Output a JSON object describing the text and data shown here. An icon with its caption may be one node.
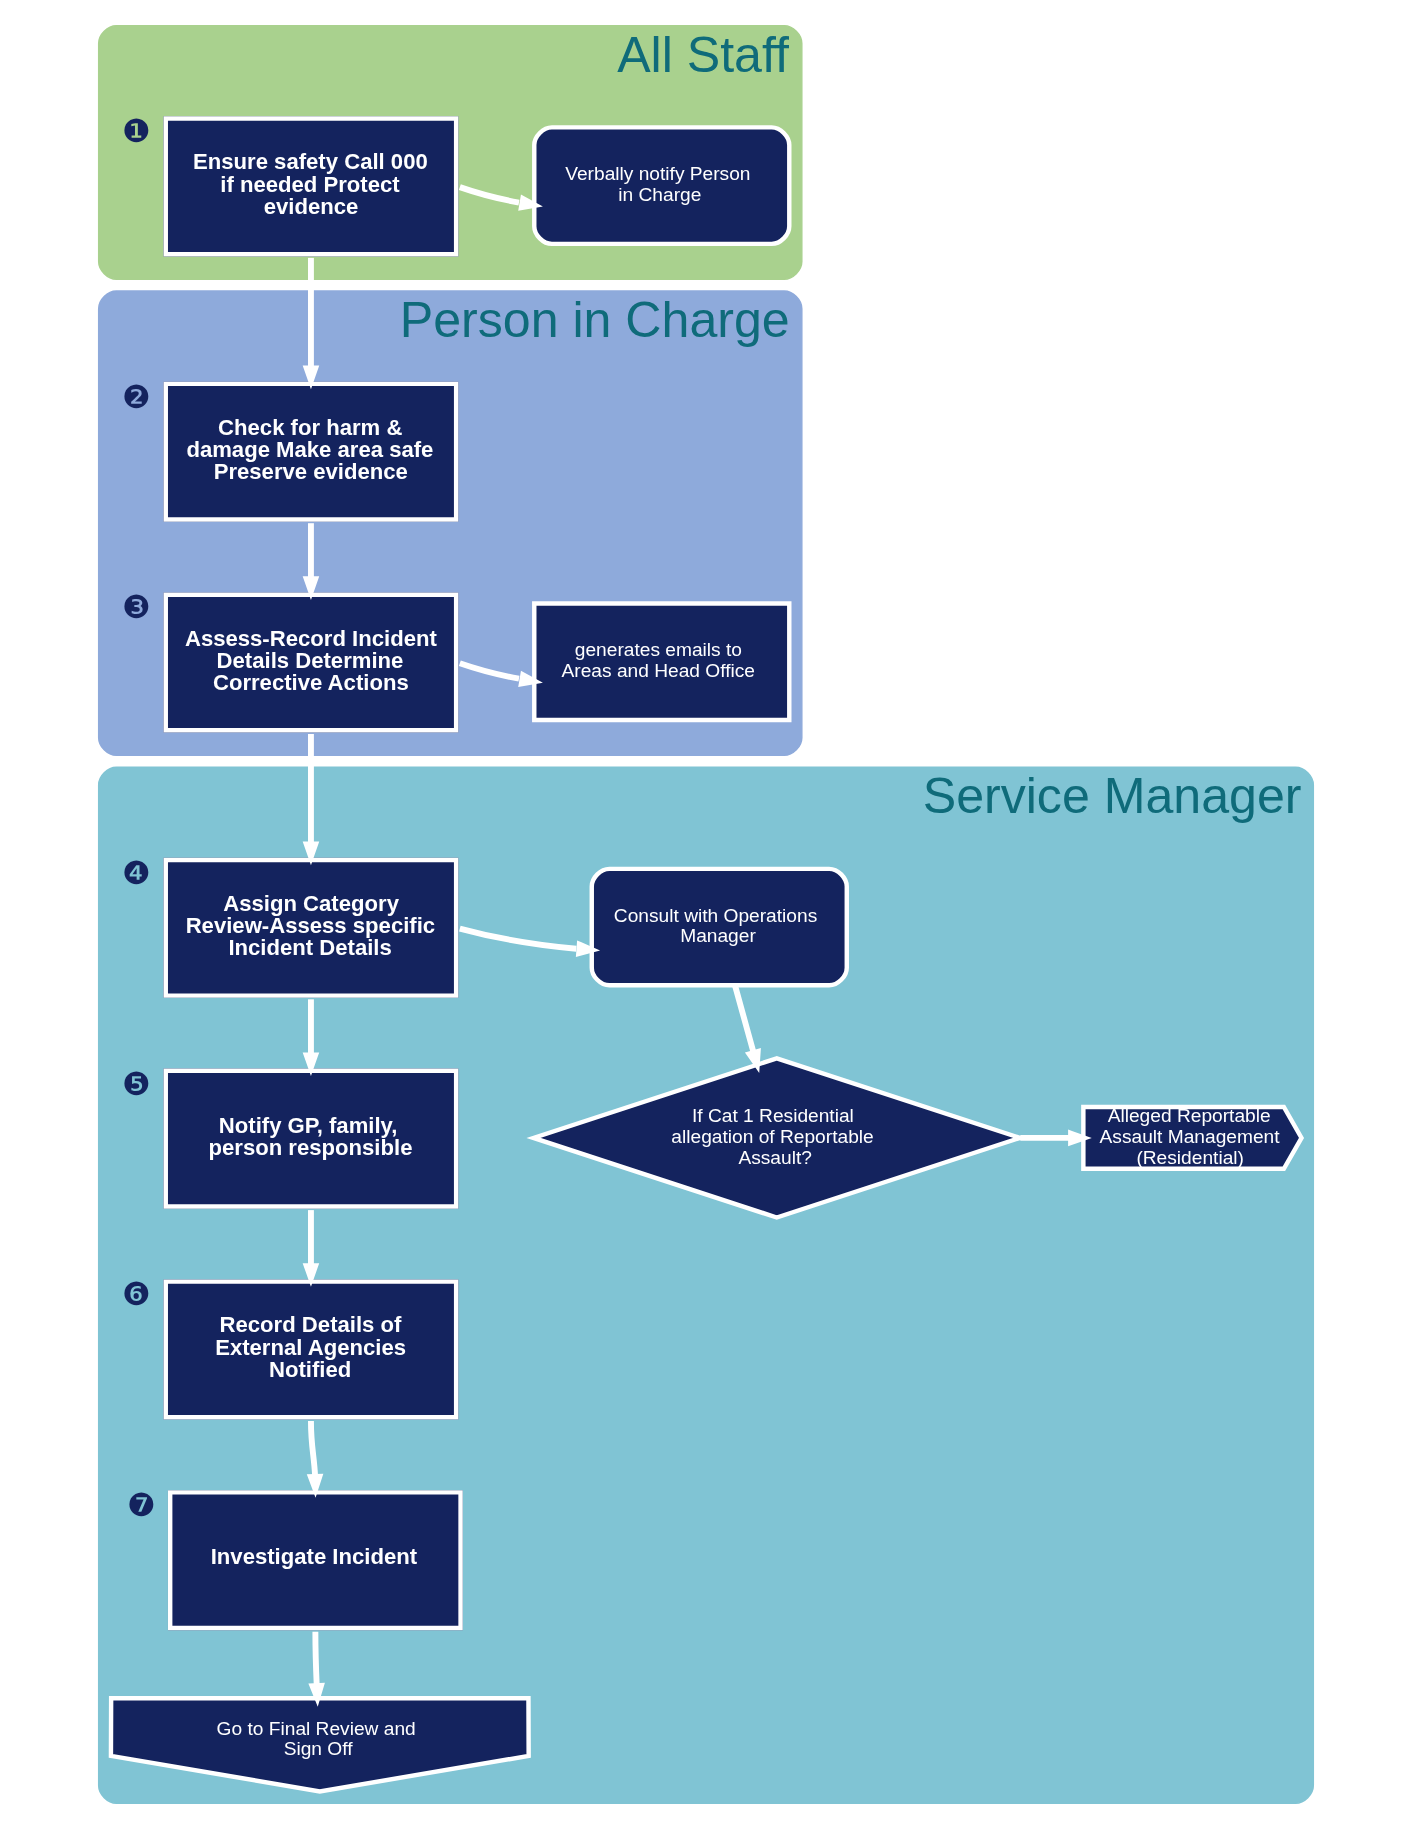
{
  "diagram": {
    "nodes": [
      {
        "text": [
          "All Staff"
        ]
      },
      {
        "text": [
          "Ensure safety Call 000 if needed Protect evidence"
        ],
        "in": 0,
        "beside": [
          "❶"
        ]
      },
      {
        "text": [
          "Verbally notify Person in Charge"
        ],
        "in": 0
      },
      {
        "text": [
          "Person in Charge"
        ]
      },
      {
        "text": [
          "Check for harm & damage Make area safe Preserve evidence"
        ],
        "in": 3,
        "beside": [
          "❷"
        ]
      },
      {
        "text": [
          "Assess-Record Incident Details Determine Corrective Actions"
        ],
        "in": 3,
        "beside": [
          "❸"
        ]
      },
      {
        "text": [
          "generates emails to Areas and Head Office"
        ],
        "in": 3
      },
      {
        "text": [
          "Service Manager"
        ]
      },
      {
        "text": [
          "Assign Category Review-Assess specific Incident Details"
        ],
        "in": 7,
        "beside": [
          "❹"
        ]
      },
      {
        "text": [
          "Consult with Operations Manager"
        ],
        "in": 7
      },
      {
        "text": [
          "Notify GP, family, person responsible"
        ],
        "in": 7,
        "beside": [
          "❺"
        ]
      },
      {
        "text": [
          "If Cat 1 Residential allegation of Reportable Assault?"
        ],
        "in": 7
      },
      {
        "text": [
          "Alleged Reportable Assault Management (Residential)"
        ],
        "in": 7
      },
      {
        "text": [
          "Record Details of External Agencies Notified"
        ],
        "in": 7,
        "beside": [
          "❻"
        ]
      },
      {
        "text": [
          "Investigate Incident"
        ],
        "in": 7,
        "beside": [
          "❼"
        ]
      },
      {
        "text": [
          "Go to Final Review and Sign Off"
        ],
        "in": 7
      }
    ],
    "edges": [
      {
        "from": 1,
        "to": 2,
        "arrow": "to"
      },
      {
        "from": 1,
        "to": 4,
        "arrow": "to"
      },
      {
        "from": 4,
        "to": 5,
        "arrow": "to"
      },
      {
        "from": 5,
        "to": 6,
        "arrow": "to"
      },
      {
        "from": 5,
        "to": 8,
        "arrow": "to"
      },
      {
        "from": 8,
        "to": 9,
        "arrow": "to"
      },
      {
        "from": 8,
        "to": 10,
        "arrow": "to"
      },
      {
        "from": 9,
        "to": 11,
        "arrow": "to"
      },
      {
        "from": 11,
        "to": 12,
        "arrow": "to"
      },
      {
        "from": 10,
        "to": 13,
        "arrow": "to"
      },
      {
        "from": 13,
        "to": 14,
        "arrow": "to"
      },
      {
        "from": 14,
        "to": 15,
        "arrow": "to"
      }
    ]
  }
}
